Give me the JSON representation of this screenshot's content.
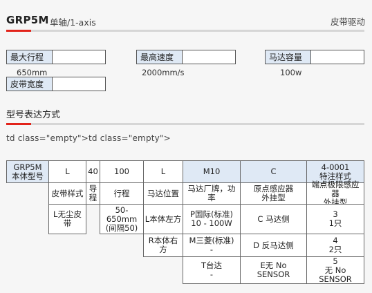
{
  "header": {
    "title": "GRP5M",
    "subtitle": "单轴/1-axis",
    "tagline": "皮带驱动"
  },
  "specs": {
    "max_stroke": {
      "label": "最大行程",
      "value": "650mm"
    },
    "max_speed": {
      "label": "最高速度",
      "value": "2000mm/s"
    },
    "motor_capacity": {
      "label": "马达容量",
      "value": "100w"
    },
    "belt_width": {
      "label": "皮带宽度",
      "value": ""
    }
  },
  "section": {
    "title": "型号表达方式"
  },
  "stray_text": "td class=\"empty\">td class=\"empty\">",
  "table": {
    "row1": [
      "GRP5M\n本体型号",
      "L",
      "40",
      "100",
      "L",
      "M10",
      "C",
      "4-0001\n特注样式"
    ],
    "row2": [
      "皮带样式",
      "导\n程",
      "行程",
      "马达位置",
      "马达厂牌，功\n率",
      "原点感应器\n外挂型",
      "端点极限感应器\n外挂型"
    ],
    "row3": [
      "L无尘皮\n带",
      "50-\n650mm\n(间隔50)",
      "L本体左方",
      "P国际(标准)\n10  -  100W",
      "C 马达侧",
      "3\n1只"
    ],
    "row4": [
      "R本体右\n方",
      "M三菱(标准)\n-",
      "D 反马达侧",
      "4\n2只"
    ],
    "row5": [
      "T台达\n-",
      "E无 No\nSENSOR",
      "5\n无 No\nSENSOR"
    ]
  }
}
